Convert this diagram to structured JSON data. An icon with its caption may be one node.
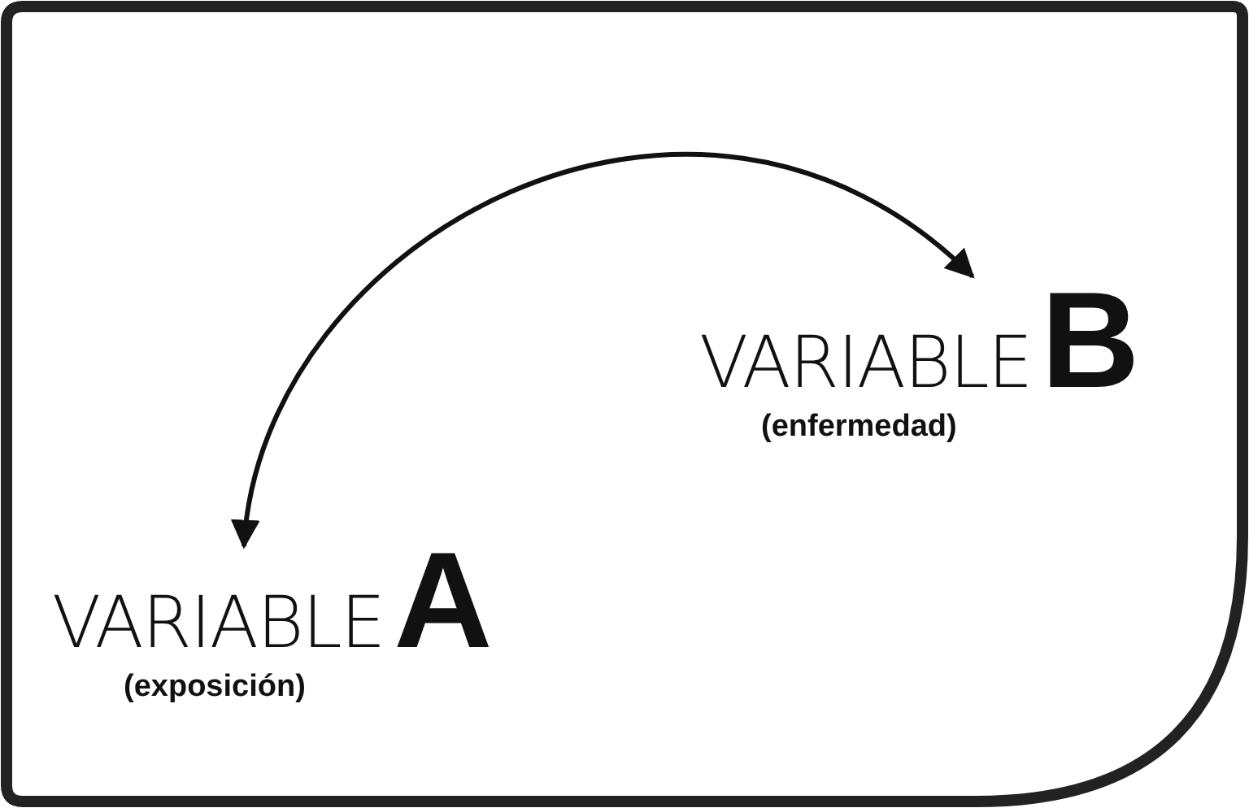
{
  "diagram": {
    "nodes": [
      {
        "text": [
          "VARIABLE",
          "A",
          "(exposición)"
        ]
      },
      {
        "text": [
          "VARIABLE",
          "B",
          "(enfermedad)"
        ]
      }
    ],
    "edges": [
      {
        "from": 0,
        "to": 1,
        "arrow": "both"
      }
    ]
  }
}
